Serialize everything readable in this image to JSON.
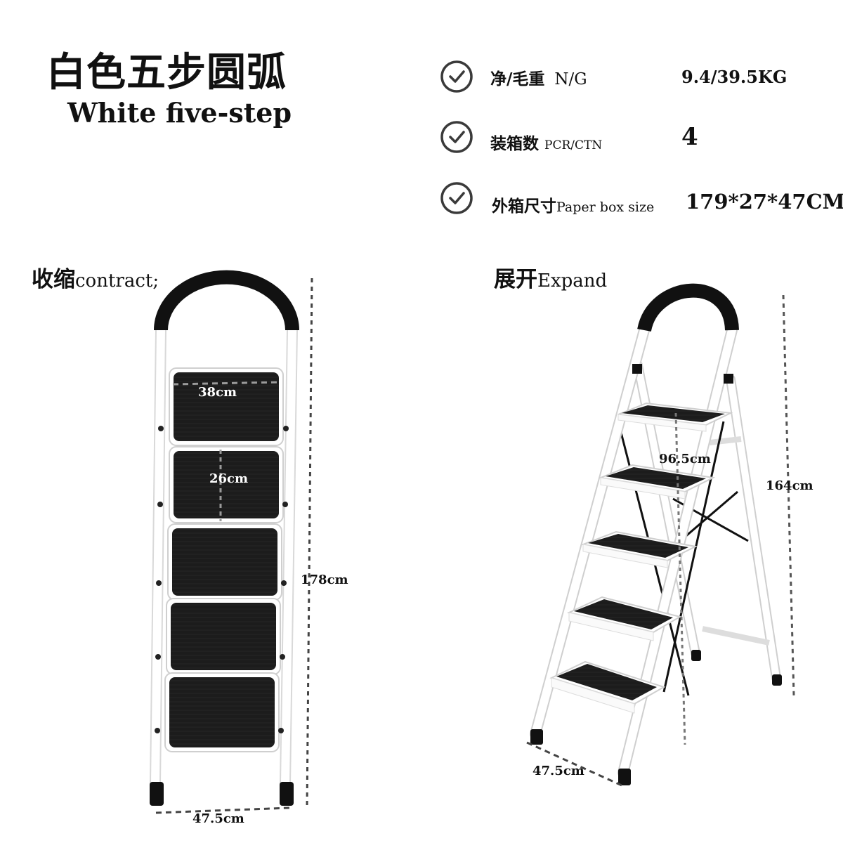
{
  "header": {
    "title_cn": "白色五步圆弧",
    "title_en": "White five-step"
  },
  "specs": [
    {
      "label_cn": "净/毛重",
      "label_en": "N/G",
      "value": "9.4/39.5KG",
      "icon": "check-circle-icon"
    },
    {
      "label_cn": "装箱数",
      "label_en": "PCR/CTN",
      "value": "4",
      "icon": "check-circle-icon"
    },
    {
      "label_cn": "外箱尺寸",
      "label_en": "Paper box size",
      "value": "179*27*47CM",
      "icon": "check-circle-icon"
    }
  ],
  "sections": {
    "contract": {
      "label_cn": "收缩",
      "label_en": "contract;"
    },
    "expand": {
      "label_cn": "展开",
      "label_en": "Expand"
    }
  },
  "dimensions": {
    "contract_width_top": "38cm",
    "contract_depth": "26cm",
    "contract_height": "178cm",
    "contract_base": "47.5cm",
    "expand_step_height": "96.5cm",
    "expand_height": "164cm",
    "expand_base": "47.5cm"
  },
  "colors": {
    "frame": "#ffffff",
    "step": "#1a1a1a",
    "icon": "#3a3a3a"
  }
}
